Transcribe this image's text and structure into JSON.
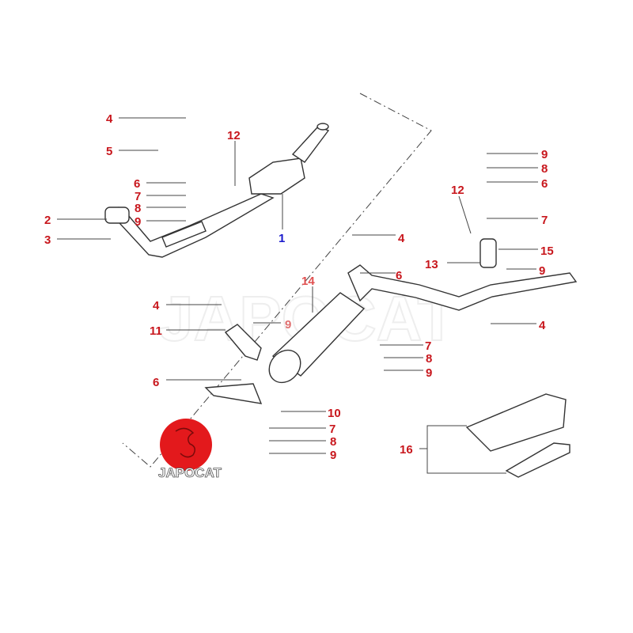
{
  "logo": {
    "text": "JAPOCAT",
    "color": "#e3191c"
  },
  "watermark": "JAPOCAT",
  "colors": {
    "callout": "#c8171d",
    "main_part": "#1a1acc",
    "faded": "#e07070"
  },
  "callouts": [
    {
      "n": "4"
    },
    {
      "n": "5"
    },
    {
      "n": "12"
    },
    {
      "n": "6"
    },
    {
      "n": "7"
    },
    {
      "n": "8"
    },
    {
      "n": "9"
    },
    {
      "n": "2"
    },
    {
      "n": "3"
    },
    {
      "n": "1"
    },
    {
      "n": "4"
    },
    {
      "n": "6"
    },
    {
      "n": "14"
    },
    {
      "n": "9"
    },
    {
      "n": "4"
    },
    {
      "n": "11"
    },
    {
      "n": "6"
    },
    {
      "n": "7"
    },
    {
      "n": "8"
    },
    {
      "n": "9"
    },
    {
      "n": "10"
    },
    {
      "n": "7"
    },
    {
      "n": "8"
    },
    {
      "n": "9"
    },
    {
      "n": "9"
    },
    {
      "n": "8"
    },
    {
      "n": "6"
    },
    {
      "n": "12"
    },
    {
      "n": "7"
    },
    {
      "n": "15"
    },
    {
      "n": "13"
    },
    {
      "n": "9"
    },
    {
      "n": "4"
    },
    {
      "n": "16"
    }
  ]
}
